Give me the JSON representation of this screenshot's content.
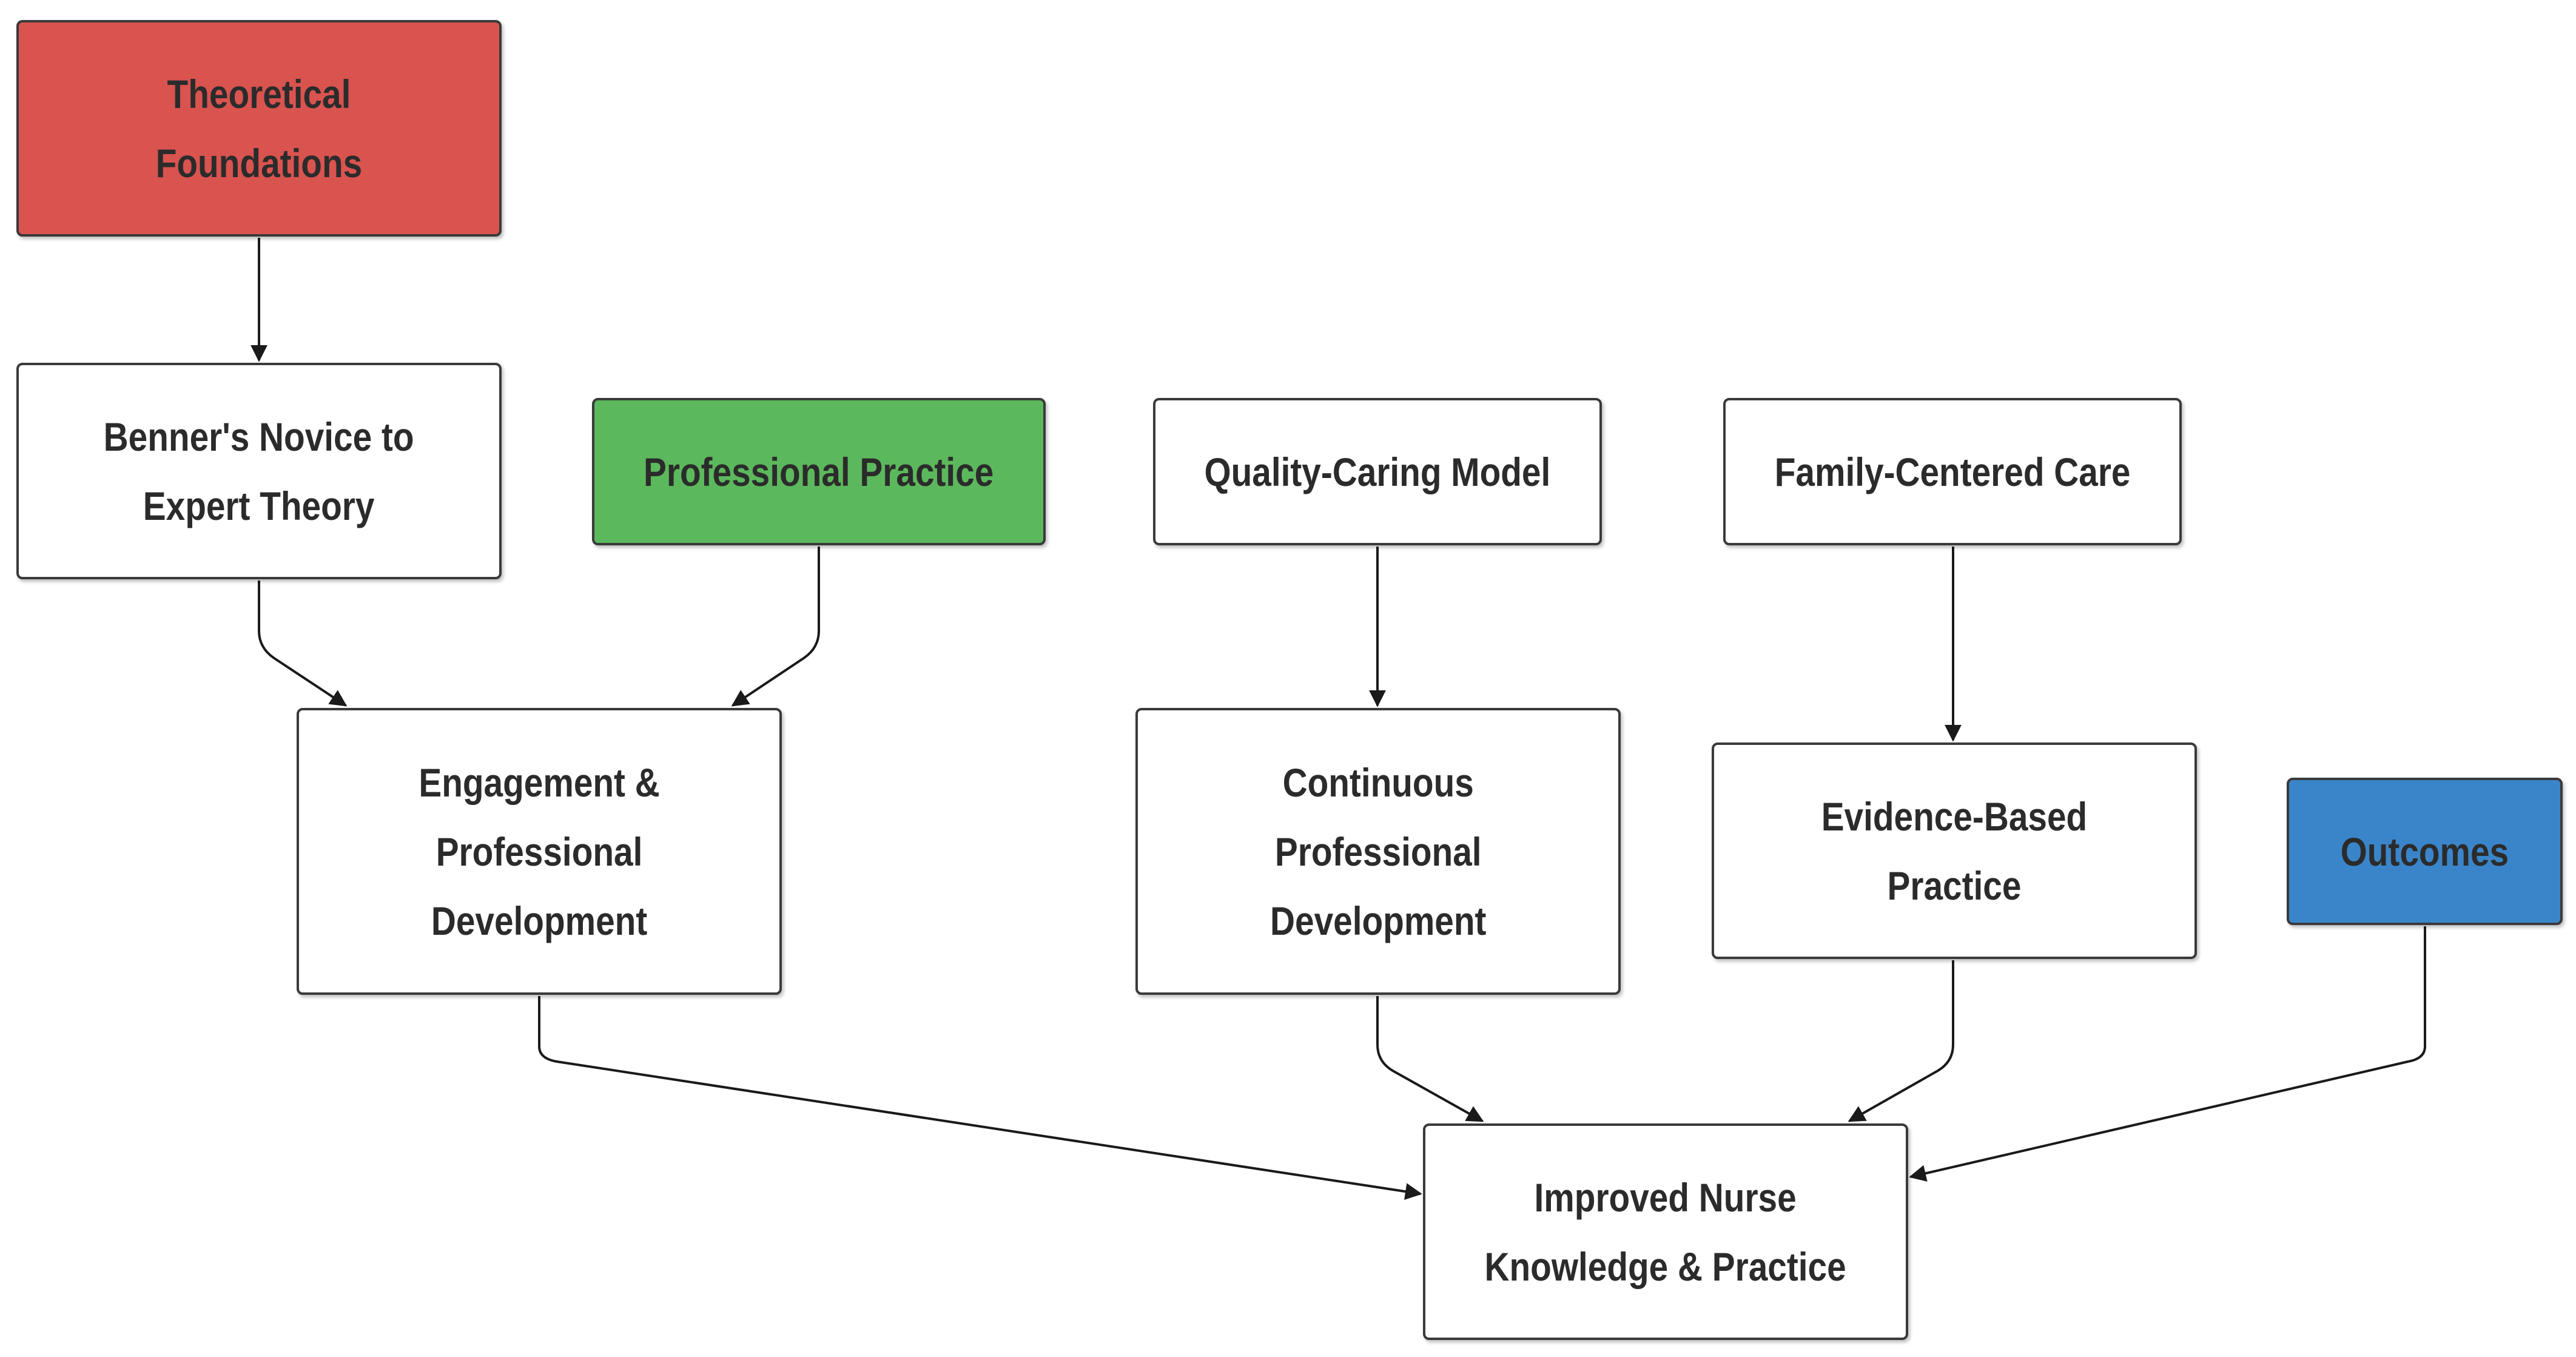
{
  "nodes": {
    "theoretical_foundations": "Theoretical\nFoundations",
    "benner": "Benner's Novice to\nExpert Theory",
    "professional_practice": "Professional Practice",
    "quality_caring": "Quality-Caring Model",
    "family_centered": "Family-Centered Care",
    "engagement": "Engagement &\nProfessional\nDevelopment",
    "continuous": "Continuous\nProfessional\nDevelopment",
    "evidence_based": "Evidence-Based\nPractice",
    "outcomes": "Outcomes",
    "improved": "Improved Nurse\nKnowledge & Practice"
  },
  "colors": {
    "theoretical_foundations": "#d9534f",
    "professional_practice": "#5cb85c",
    "outcomes": "#3a85c9",
    "default": "#ffffff",
    "edge": "#1a1a1a"
  },
  "edges": [
    {
      "from": "Theoretical Foundations",
      "to": "Benner's Novice to Expert Theory"
    },
    {
      "from": "Benner's Novice to Expert Theory",
      "to": "Engagement & Professional Development"
    },
    {
      "from": "Professional Practice",
      "to": "Engagement & Professional Development"
    },
    {
      "from": "Quality-Caring Model",
      "to": "Continuous Professional Development"
    },
    {
      "from": "Family-Centered Care",
      "to": "Evidence-Based Practice"
    },
    {
      "from": "Engagement & Professional Development",
      "to": "Improved Nurse Knowledge & Practice"
    },
    {
      "from": "Continuous Professional Development",
      "to": "Improved Nurse Knowledge & Practice"
    },
    {
      "from": "Evidence-Based Practice",
      "to": "Improved Nurse Knowledge & Practice"
    },
    {
      "from": "Outcomes",
      "to": "Improved Nurse Knowledge & Practice"
    }
  ]
}
